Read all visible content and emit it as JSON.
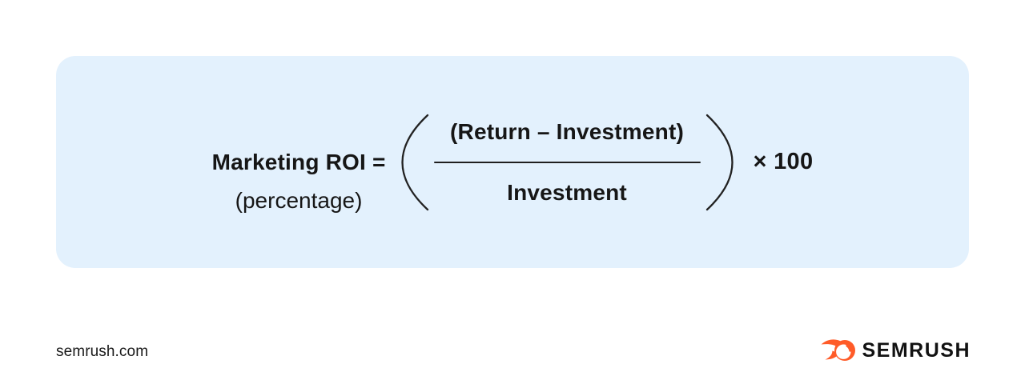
{
  "colors": {
    "panel_bg": "#E3F1FD",
    "text": "#161616",
    "brand_orange": "#FF5B28"
  },
  "formula": {
    "label_line1": "Marketing ROI =",
    "label_line2": "(percentage)",
    "numerator": "(Return – Investment)",
    "denominator": "Investment",
    "multiplier": "× 100"
  },
  "footer": {
    "website": "semrush.com",
    "brand_name": "SEMRUSH"
  },
  "icons": {
    "brand_icon": "semrush-flame-icon",
    "left_paren": "left-parenthesis",
    "right_paren": "right-parenthesis"
  }
}
